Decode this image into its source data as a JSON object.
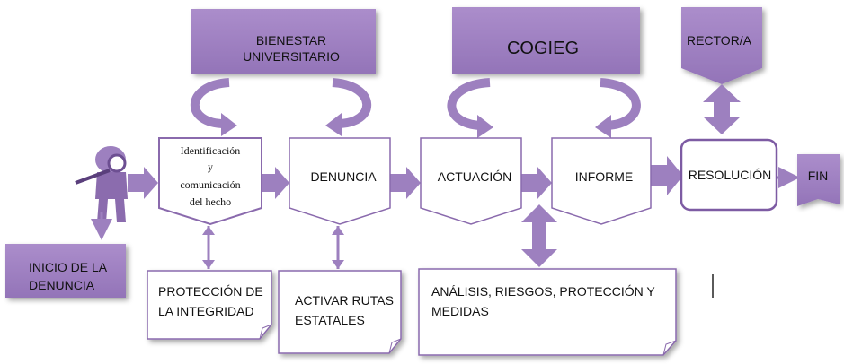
{
  "top_boxes": {
    "bienestar": [
      "BIENESTAR",
      "UNIVERSITARIO"
    ],
    "cogieg": "COGIEG",
    "rector": "RECTOR/A"
  },
  "steps": {
    "identificacion": [
      "Identificación",
      "y",
      "comunicación",
      "del hecho"
    ],
    "denuncia": "DENUNCIA",
    "actuacion": "ACTUACIÓN",
    "informe": "INFORME",
    "resolucion": "RESOLUCIÓN",
    "fin": "FIN"
  },
  "bottom_boxes": {
    "inicio": [
      "INICIO DE LA",
      "DENUNCIA"
    ],
    "proteccion": [
      "PROTECCIÓN  DE",
      "LA INTEGRIDAD"
    ],
    "rutas": [
      "ACTIVAR RUTAS",
      "ESTATALES"
    ],
    "analisis": [
      "ANÁLISIS, RIESGOS, PROTECCIÓN Y",
      "MEDIDAS"
    ]
  },
  "colors": {
    "accent": "#9b7bbd",
    "accent_dark": "#7d5ba3",
    "outline": "#8a6aad",
    "arrow": "#9d80bf",
    "text": "#111111"
  },
  "icons": [
    "person-with-magnifier-icon"
  ]
}
